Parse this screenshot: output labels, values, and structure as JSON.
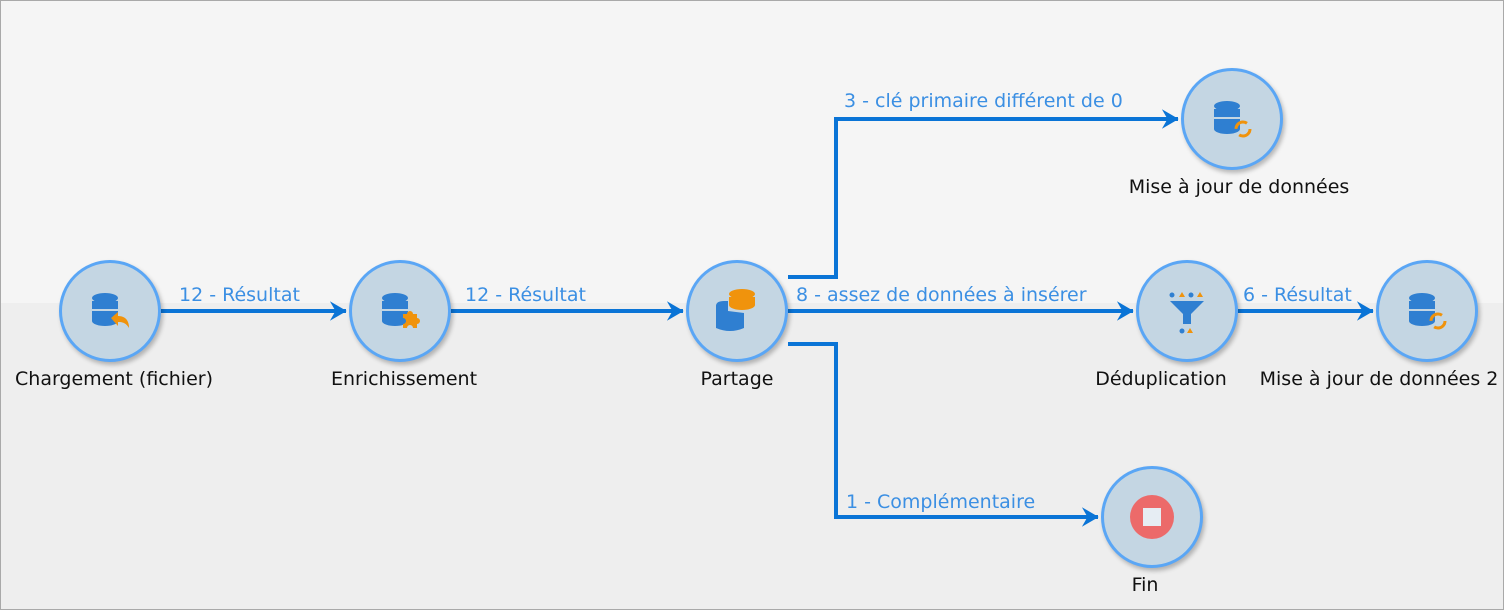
{
  "nodes": {
    "load": {
      "label": "Chargement (fichier)",
      "icon": "database-import-icon"
    },
    "enrich": {
      "label": "Enrichissement",
      "icon": "database-puzzle-icon"
    },
    "split": {
      "label": "Partage",
      "icon": "split-database-icon"
    },
    "update1": {
      "label": "Mise à jour de données",
      "icon": "database-refresh-icon"
    },
    "dedup": {
      "label": "Déduplication",
      "icon": "funnel-icon"
    },
    "update2": {
      "label": "Mise à jour de données 2",
      "icon": "database-refresh-icon"
    },
    "end": {
      "label": "Fin",
      "icon": "stop-icon"
    }
  },
  "edges": {
    "e1": "12 - Résultat",
    "e2": "12 - Résultat",
    "e3": "3 - clé primaire différent de 0",
    "e4": "8 - assez de données à insérer",
    "e5": "6 - Résultat",
    "e6": "1 - Complémentaire"
  },
  "colors": {
    "edge": "#0a74d6",
    "edge_label": "#3b8fe3",
    "node_fill": "#c4d6e3",
    "node_border": "#5aa6f5",
    "db": "#2f7fd1",
    "accent": "#f0930c",
    "stop": "#ec6a6a"
  }
}
